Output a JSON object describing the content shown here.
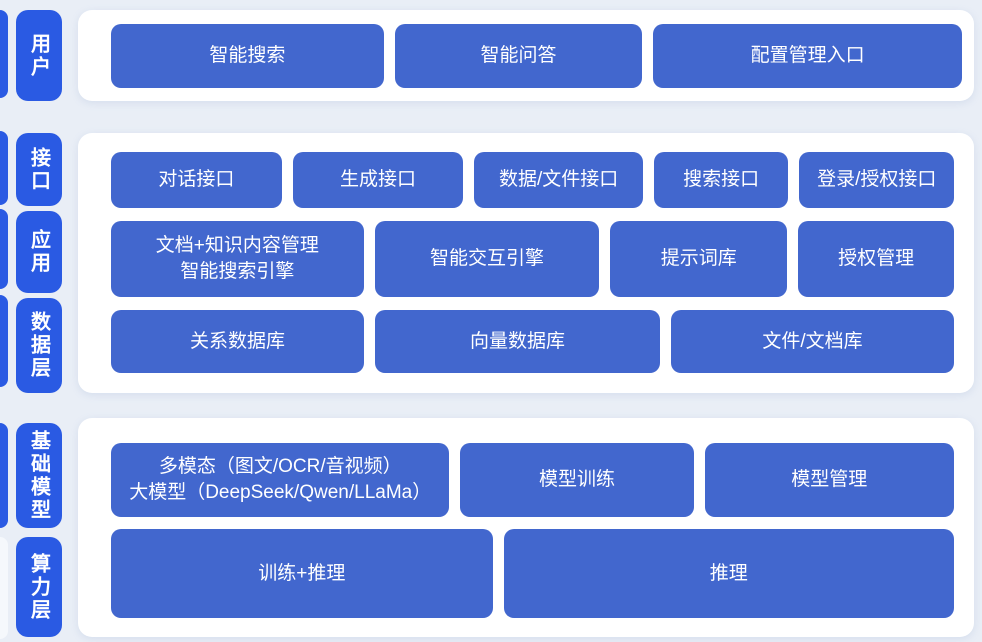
{
  "diagram": {
    "colors": {
      "background": "#e9eef6",
      "panel": "#ffffff",
      "pill": "#2a5ae3",
      "block": "#4267ce",
      "text": "#ffffff"
    },
    "sidebar": {
      "user": "用户",
      "interface": "接口",
      "application": "应用",
      "data_layer": "数据层",
      "base_model": "基础模型",
      "compute_layer": "算力层"
    },
    "user_row": [
      "智能搜索",
      "智能问答",
      "配置管理入口"
    ],
    "interface_row": [
      "对话接口",
      "生成接口",
      "数据/文件接口",
      "搜索接口",
      "登录/授权接口"
    ],
    "application_row": [
      "文档+知识内容管理\n智能搜索引擎",
      "智能交互引擎",
      "提示词库",
      "授权管理"
    ],
    "data_row": [
      "关系数据库",
      "向量数据库",
      "文件/文档库"
    ],
    "model_row": [
      "多模态（图文/OCR/音视频）\n大模型（DeepSeek/Qwen/LLaMa）",
      "模型训练",
      "模型管理"
    ],
    "compute_row": [
      "训练+推理",
      "推理"
    ]
  }
}
